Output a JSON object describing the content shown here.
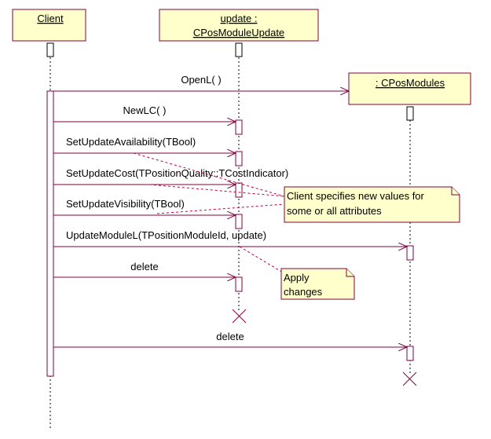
{
  "lifelines": [
    {
      "id": "client",
      "name": "Client"
    },
    {
      "id": "update",
      "name": "update :",
      "type": "CPosModuleUpdate"
    },
    {
      "id": "modules",
      "name": ": CPosModules"
    }
  ],
  "messages": [
    {
      "id": "openl",
      "label": "OpenL( )",
      "from": "client",
      "to": "modules"
    },
    {
      "id": "newlc",
      "label": "NewLC( )",
      "from": "client",
      "to": "update"
    },
    {
      "id": "set-availability",
      "label": "SetUpdateAvailability(TBool)",
      "from": "client",
      "to": "update"
    },
    {
      "id": "set-cost",
      "label": "SetUpdateCost(TPositionQuality::TCostIndicator)",
      "from": "client",
      "to": "update"
    },
    {
      "id": "set-visibility",
      "label": "SetUpdateVisibility(TBool)",
      "from": "client",
      "to": "update"
    },
    {
      "id": "update-module",
      "label": "UpdateModuleL(TPositionModuleId, update)",
      "from": "client",
      "to": "modules"
    },
    {
      "id": "delete-update",
      "label": "delete",
      "from": "client",
      "to": "update"
    },
    {
      "id": "delete-modules",
      "label": "delete",
      "from": "client",
      "to": "modules"
    }
  ],
  "notes": [
    {
      "id": "attributes-note",
      "lines": [
        "Client specifies new values for",
        "some or all attributes"
      ]
    },
    {
      "id": "apply-note",
      "lines": [
        "Apply",
        "changes"
      ]
    }
  ],
  "colors": {
    "line": "#800040",
    "box_fill": "#ffffcc",
    "note_link": "#c00040"
  }
}
